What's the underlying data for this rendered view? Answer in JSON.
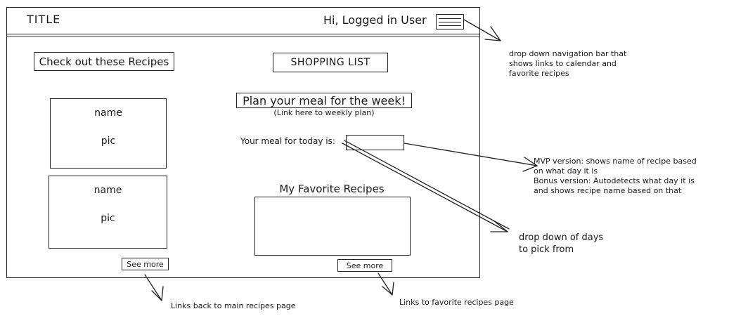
{
  "header": {
    "title": "TITLE",
    "greeting": "Hi, Logged in User"
  },
  "left": {
    "heading": "Check out these Recipes",
    "cards": [
      {
        "name": "name",
        "pic": "pic"
      },
      {
        "name": "name",
        "pic": "pic"
      }
    ],
    "see_more": "See more"
  },
  "right": {
    "shopping_list": "SHOPPING LIST",
    "plan_title": "Plan your meal for the week!",
    "plan_subtitle": "(Link here to weekly plan)",
    "meal_label": "Your meal for today is:",
    "meal_select_value": "",
    "favorites_title": "My Favorite Recipes",
    "see_more": "See more"
  },
  "annotations": {
    "nav": [
      "drop down navigation bar that",
      "shows links to calendar and",
      "favorite recipes"
    ],
    "mvp": [
      "MVP version: shows name of recipe based",
      "on what day it is",
      "Bonus version: Autodetects what day it is",
      "and shows recipe name based on that"
    ],
    "days": [
      "drop down of days",
      "to pick from"
    ],
    "links_main": "Links back to main recipes page",
    "links_fav": "Links to favorite recipes page"
  }
}
